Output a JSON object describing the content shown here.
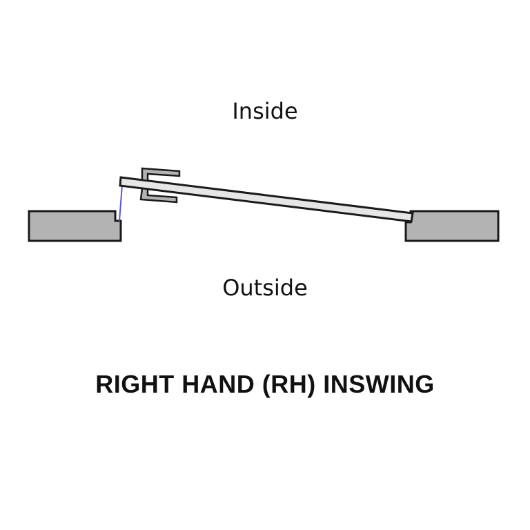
{
  "labels": {
    "inside": "Inside",
    "outside": "Outside",
    "title": "RIGHT HAND (RH) INSWING"
  },
  "colors": {
    "jamb_fill": "#b3b3b3",
    "door_fill": "#e6e6e6",
    "outline": "#1a1a1a",
    "swing_line": "#5555dd"
  }
}
